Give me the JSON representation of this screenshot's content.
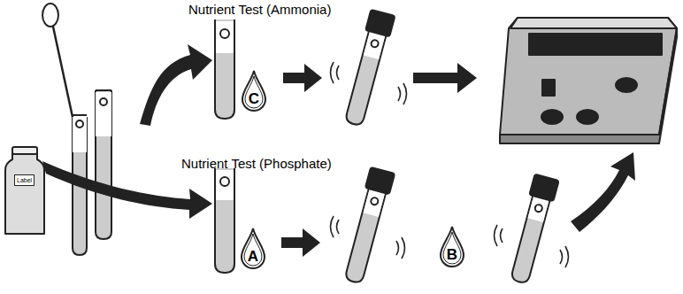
{
  "diagram": {
    "nodes": [
      {
        "text": [
          "Label"
        ]
      },
      {
        "text": [
          "C"
        ]
      },
      {
        "text": [
          "A"
        ]
      },
      {
        "text": [
          "B"
        ]
      }
    ],
    "labels": [
      "Nutrient Test (Ammonia)",
      "Nutrient Test (Phosphate)"
    ]
  }
}
